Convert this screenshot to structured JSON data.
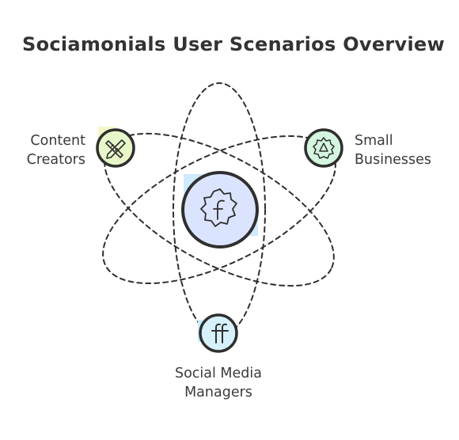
{
  "title": "Sociamonials User Scenarios Overview",
  "center_node": {
    "icon": "facebook-icon",
    "fill_color": "#dbe4ff",
    "accent_color": "#cfe9ff"
  },
  "nodes": [
    {
      "id": "content-creators",
      "label_lines": [
        "Content",
        "Creators"
      ],
      "icon": "pencil-ruler-icon",
      "fill_color": "#e8f7c9",
      "accent_color": "#f2f9c8"
    },
    {
      "id": "small-businesses",
      "label_lines": [
        "Small",
        "Businesses"
      ],
      "icon": "gear-badge-icon",
      "fill_color": "#d4f5df",
      "accent_color": "#c8f0d6"
    },
    {
      "id": "social-media-managers",
      "label_lines": [
        "Social Media",
        "Managers"
      ],
      "icon": "ff-ligature-icon",
      "fill_color": "#d6f1fb",
      "accent_color": "#c9eef9"
    }
  ],
  "colors": {
    "stroke": "#2f2f2f",
    "text": "#333333"
  }
}
